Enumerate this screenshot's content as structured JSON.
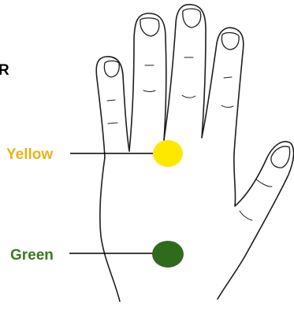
{
  "diagram": {
    "partial_text": "R",
    "markers": [
      {
        "label": "Yellow",
        "color": "#ffe800",
        "label_color": "#e8b41a"
      },
      {
        "label": "Green",
        "color": "#2e6b1c",
        "label_color": "#3a7a23"
      }
    ]
  }
}
